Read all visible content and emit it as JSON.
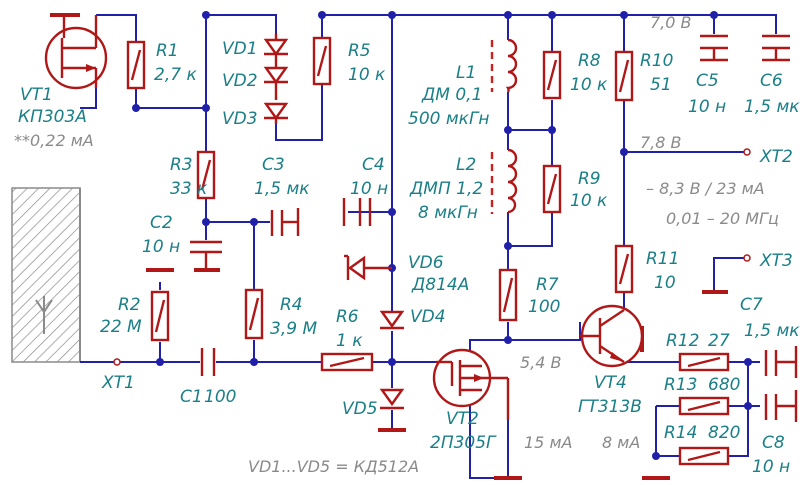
{
  "components": {
    "vt1": {
      "ref": "VT1",
      "part": "КП303А",
      "current": "**0,22 мА"
    },
    "r1": {
      "ref": "R1",
      "value": "2,7 к"
    },
    "vd1": {
      "ref": "VD1"
    },
    "vd2": {
      "ref": "VD2"
    },
    "vd3": {
      "ref": "VD3"
    },
    "r5": {
      "ref": "R5",
      "value": "10 к"
    },
    "l1": {
      "ref": "L1",
      "part": "ДМ 0,1",
      "value": "500 мкГн"
    },
    "r8": {
      "ref": "R8",
      "value": "10 к"
    },
    "r10": {
      "ref": "R10",
      "value": "51"
    },
    "c5": {
      "ref": "C5",
      "value": "10 н"
    },
    "c6": {
      "ref": "C6",
      "value": "1,5 мк"
    },
    "r3": {
      "ref": "R3",
      "value": "33 к"
    },
    "c3": {
      "ref": "C3",
      "value": "1,5 мк"
    },
    "c4": {
      "ref": "C4",
      "value": "10 н"
    },
    "l2": {
      "ref": "L2",
      "part": "ДМП 1,2",
      "value": "8 мкГн"
    },
    "r9": {
      "ref": "R9",
      "value": "10 к"
    },
    "c2": {
      "ref": "C2",
      "value": "10 н"
    },
    "vd6": {
      "ref": "VD6",
      "part": "Д814А"
    },
    "r11": {
      "ref": "R11",
      "value": "10"
    },
    "r2": {
      "ref": "R2",
      "value": "22 М"
    },
    "r4": {
      "ref": "R4",
      "value": "3,9 М"
    },
    "vd4": {
      "ref": "VD4"
    },
    "r7": {
      "ref": "R7",
      "value": "100"
    },
    "c7": {
      "ref": "C7",
      "value": "1,5 мк"
    },
    "r6": {
      "ref": "R6",
      "value": "1 к"
    },
    "r12": {
      "ref": "R12",
      "value": "27"
    },
    "xt1": {
      "ref": "XT1"
    },
    "c1": {
      "ref": "C1",
      "value": "100"
    },
    "vd5": {
      "ref": "VD5"
    },
    "vt2": {
      "ref": "VT2",
      "part": "2П305Г",
      "current": "15 мА"
    },
    "vt4": {
      "ref": "VT4",
      "part": "ГТ313В",
      "current": "8 мА"
    },
    "r13": {
      "ref": "R13",
      "value": "680"
    },
    "r14": {
      "ref": "R14",
      "value": "820"
    },
    "c8": {
      "ref": "C8",
      "value": "10 н"
    },
    "xt2": {
      "ref": "XT2"
    },
    "xt3": {
      "ref": "XT3"
    }
  },
  "voltages": {
    "supply": "7,0 В",
    "emitter": "7,8 В",
    "drain": "5,4 В"
  },
  "specs": {
    "power": "– 8,3 В / 23 мА",
    "band": "0,01 – 20 МГц"
  },
  "footnote": "VD1...VD5 = КД512А",
  "colors": {
    "wire": "#2020a8",
    "component": "#b01818",
    "label": "#1a7f86",
    "note": "#8a8a8a",
    "antenna_hatch": "#8a8a8a"
  }
}
